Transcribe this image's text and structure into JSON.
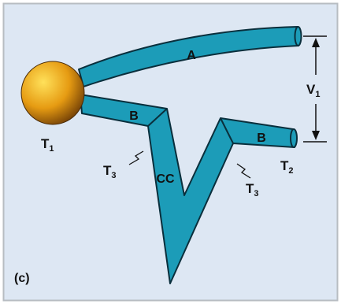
{
  "colors": {
    "background": "#dde7f3",
    "frame": "#b7bcc2",
    "tube_fill": "#1c9cb8",
    "tube_stroke": "#0a2f3c",
    "ball_highlight": "#ffe15a",
    "ball_mid": "#e69b12",
    "ball_shadow": "#6e3c06"
  },
  "labels": {
    "branch_a": "A",
    "branch_b_left": "B",
    "branch_b_right": "B",
    "branch_cc": "CC",
    "t1": {
      "main": "T",
      "sub": "1"
    },
    "t2": {
      "main": "T",
      "sub": "2"
    },
    "t3_left": {
      "main": "T",
      "sub": "3"
    },
    "t3_right": {
      "main": "T",
      "sub": "3"
    },
    "v1": {
      "main": "V",
      "sub": "1"
    },
    "panel": "(c)"
  }
}
